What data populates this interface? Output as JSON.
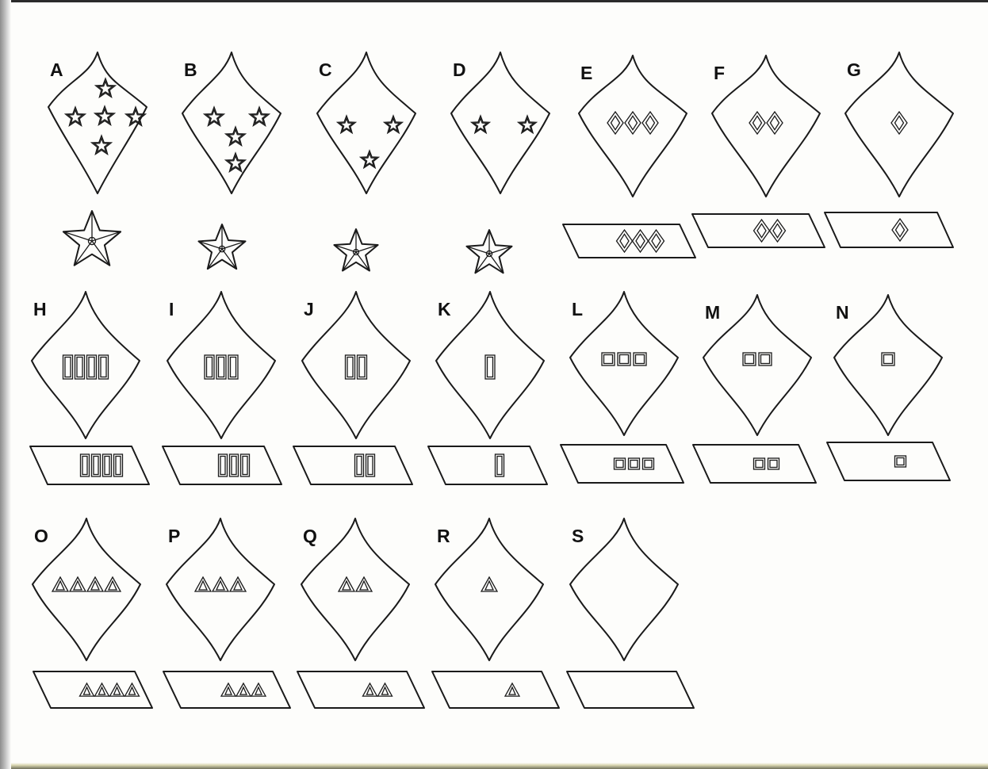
{
  "badges": [
    {
      "letter": "A",
      "insignia": "star",
      "count": 5,
      "cuff": false
    },
    {
      "letter": "B",
      "insignia": "star",
      "count": 4,
      "cuff": false
    },
    {
      "letter": "C",
      "insignia": "star",
      "count": 3,
      "cuff": false
    },
    {
      "letter": "D",
      "insignia": "star",
      "count": 2,
      "cuff": false
    },
    {
      "letter": "E",
      "insignia": "diamond",
      "count": 3,
      "cuff": true
    },
    {
      "letter": "F",
      "insignia": "diamond",
      "count": 2,
      "cuff": true
    },
    {
      "letter": "G",
      "insignia": "diamond",
      "count": 1,
      "cuff": true
    },
    {
      "letter": "H",
      "insignia": "rectangle",
      "count": 4,
      "cuff": true
    },
    {
      "letter": "I",
      "insignia": "rectangle",
      "count": 3,
      "cuff": true
    },
    {
      "letter": "J",
      "insignia": "rectangle",
      "count": 2,
      "cuff": true
    },
    {
      "letter": "K",
      "insignia": "rectangle",
      "count": 1,
      "cuff": true
    },
    {
      "letter": "L",
      "insignia": "square",
      "count": 3,
      "cuff": true
    },
    {
      "letter": "M",
      "insignia": "square",
      "count": 2,
      "cuff": true
    },
    {
      "letter": "N",
      "insignia": "square",
      "count": 1,
      "cuff": true
    },
    {
      "letter": "O",
      "insignia": "triangle",
      "count": 4,
      "cuff": true
    },
    {
      "letter": "P",
      "insignia": "triangle",
      "count": 3,
      "cuff": true
    },
    {
      "letter": "Q",
      "insignia": "triangle",
      "count": 2,
      "cuff": true
    },
    {
      "letter": "R",
      "insignia": "triangle",
      "count": 1,
      "cuff": true
    },
    {
      "letter": "S",
      "insignia": "none",
      "count": 0,
      "cuff": true
    }
  ],
  "cuff_stars": [
    "A",
    "B",
    "C",
    "D"
  ],
  "colors": {
    "ink": "#1a1a1a",
    "paper": "#fdfdfb"
  }
}
